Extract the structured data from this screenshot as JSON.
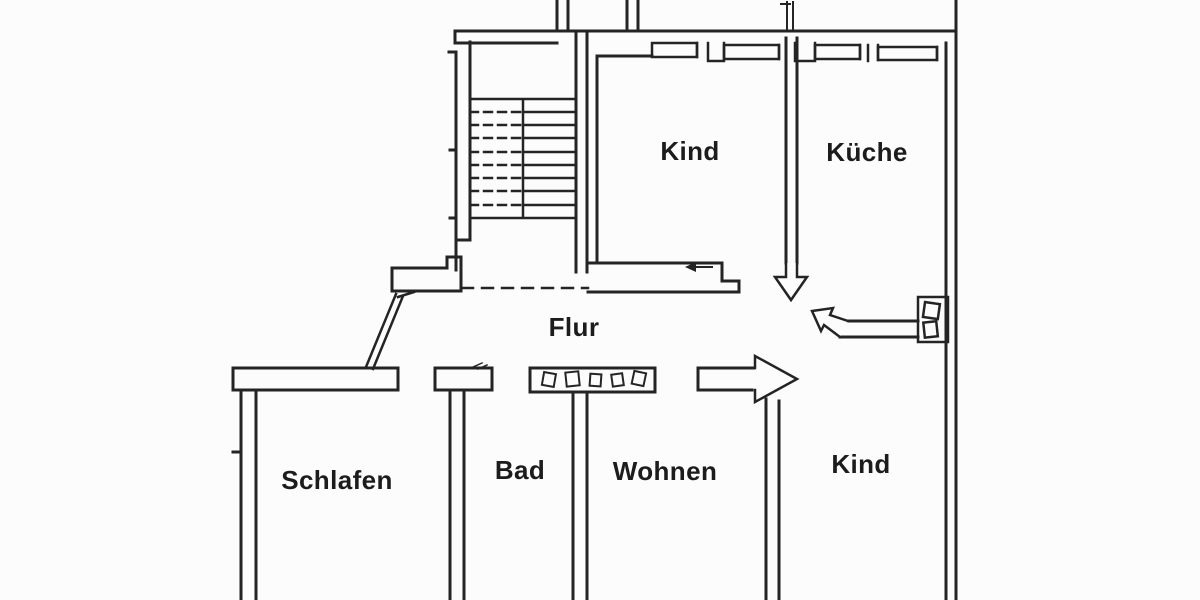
{
  "palette": {
    "ink": "#242424",
    "paper": "#fcfcfc",
    "label": "#1c1c1c"
  },
  "rooms": [
    {
      "id": "kind-top",
      "label": "Kind"
    },
    {
      "id": "kueche",
      "label": "Küche"
    },
    {
      "id": "flur",
      "label": "Flur"
    },
    {
      "id": "schlafen",
      "label": "Schlafen"
    },
    {
      "id": "bad",
      "label": "Bad"
    },
    {
      "id": "wohnen",
      "label": "Wohnen"
    },
    {
      "id": "kind-bottom",
      "label": "Kind"
    }
  ],
  "symbols": [
    "staircase",
    "door-swing-arrow-down",
    "door-swing-arrow-right",
    "entry-door-arrow",
    "entry-door-leaf",
    "window-recess",
    "wardrobe-hooks",
    "meter-box"
  ]
}
